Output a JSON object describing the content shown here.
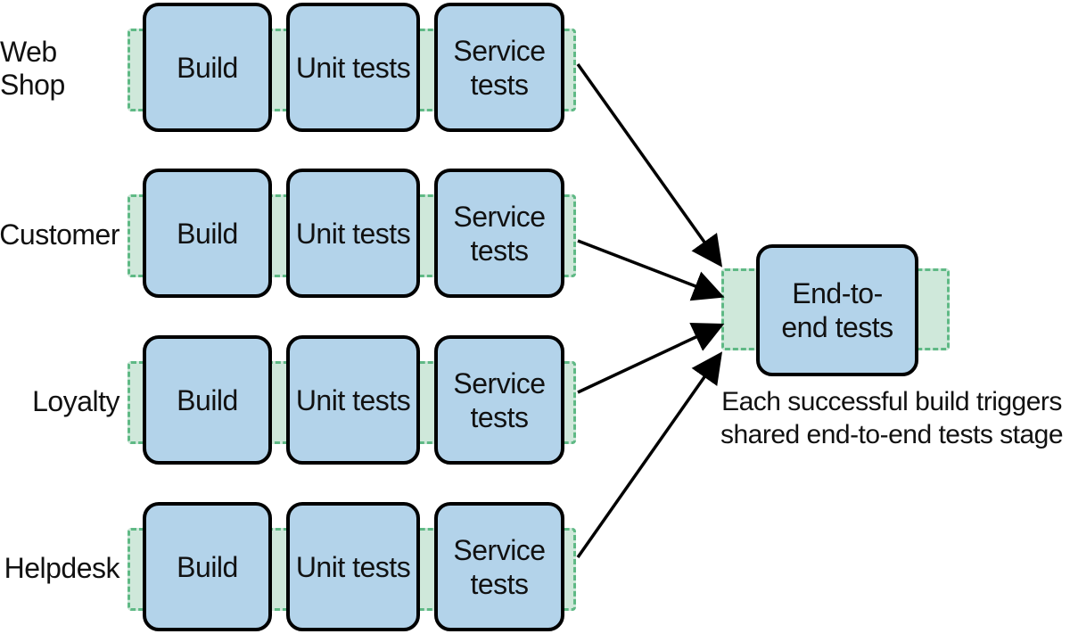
{
  "pipelines": [
    {
      "name": "Web Shop",
      "stages": [
        "Build",
        "Unit tests",
        "Service tests"
      ]
    },
    {
      "name": "Customer",
      "stages": [
        "Build",
        "Unit tests",
        "Service tests"
      ]
    },
    {
      "name": "Loyalty",
      "stages": [
        "Build",
        "Unit tests",
        "Service tests"
      ]
    },
    {
      "name": "Helpdesk",
      "stages": [
        "Build",
        "Unit tests",
        "Service tests"
      ]
    }
  ],
  "shared_stage": {
    "label": "End-to-end tests"
  },
  "caption": "Each successful build triggers shared end-to-end tests stage",
  "colors": {
    "stage_fill": "#b3d3ea",
    "track_fill": "#cfe8da",
    "track_border": "#5fb985",
    "outline": "#000000"
  }
}
